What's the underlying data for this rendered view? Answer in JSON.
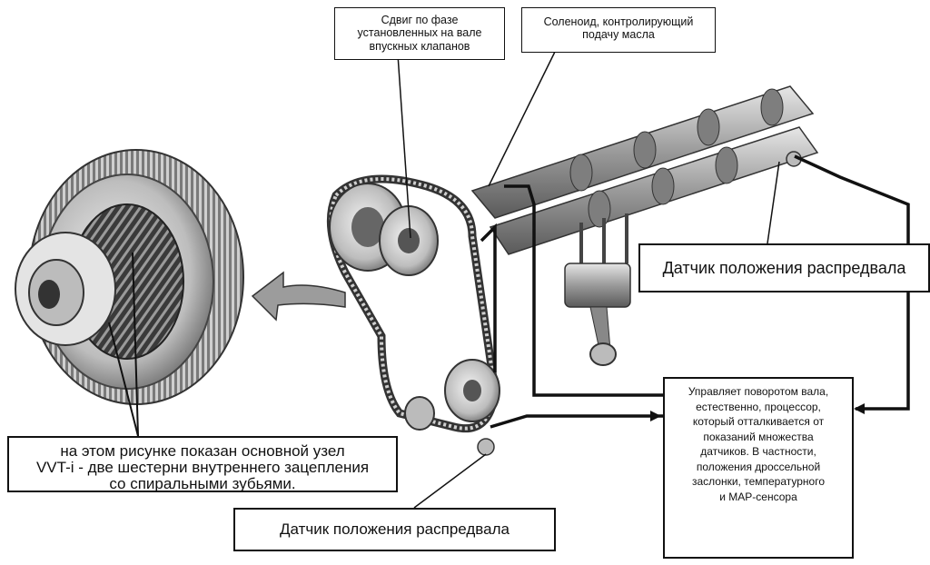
{
  "labels": {
    "phase_shift": "Сдвиг по фазе\nустановленных на вале\nвпускных клапанов",
    "solenoid": "Соленоид, контролирующий\nподачу масла",
    "cam_sensor_right": "Датчик положения распредвала",
    "processor": "Управляет поворотом вала,\nестественно, процессор,\nкоторый отталкивается от\nпоказаний множества\nдатчиков. В частности,\nположения дроссельной\nзаслонки, температурного\nи МАР-сенсора",
    "vvti_caption": "на этом рисунке показан основной узел\nVVT-i - две шестерни внутреннего зацепления\nсо спиральными зубьями.",
    "cam_sensor_bottom": "Датчик положения распредвала"
  },
  "colors": {
    "line": "#111111",
    "metal_light": "#d9d9d9",
    "metal_mid": "#a8a8a8",
    "metal_dark": "#555555"
  }
}
